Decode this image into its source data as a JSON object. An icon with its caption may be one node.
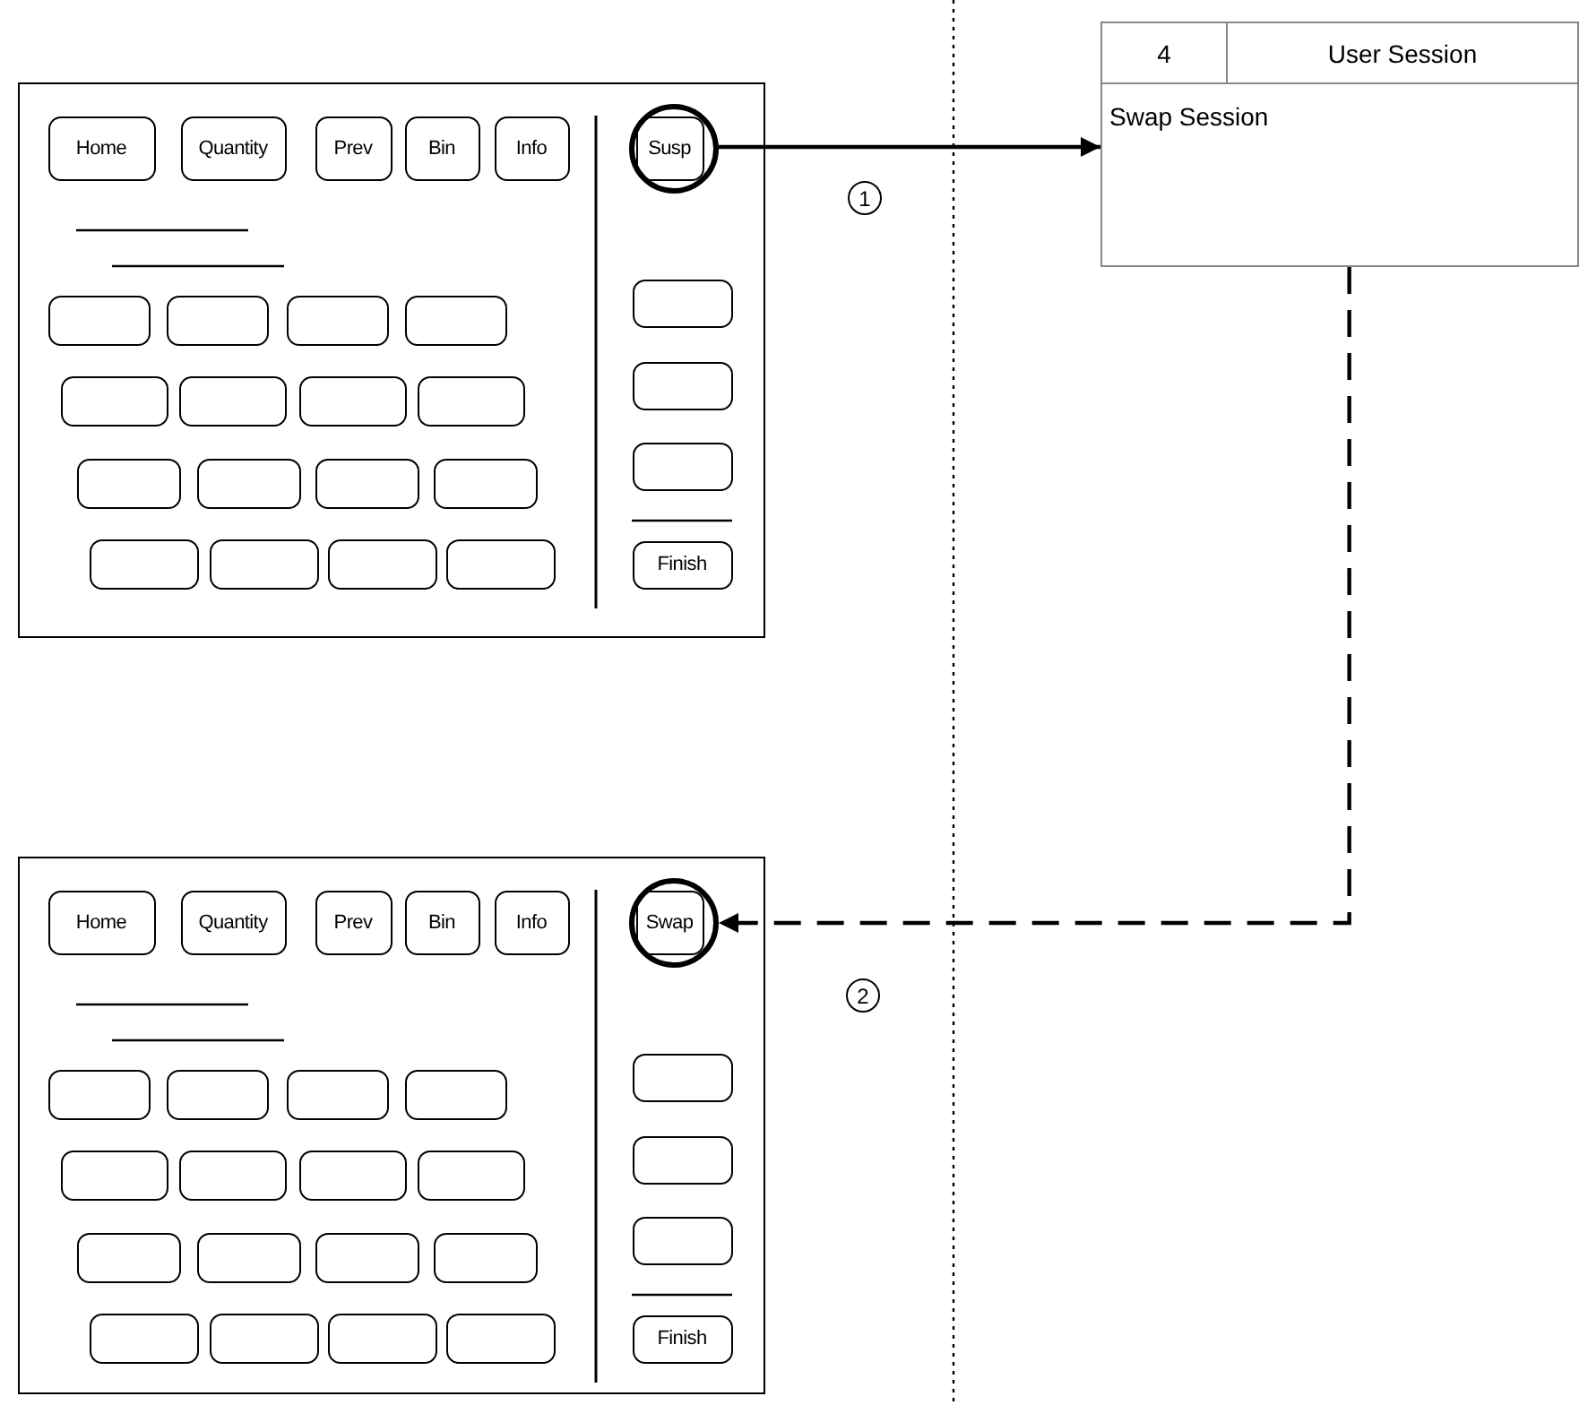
{
  "diagram": {
    "nodes": [
      {
        "text": [],
        "shape": "box"
      },
      {
        "text": [
          "Home"
        ],
        "in": 0
      },
      {
        "text": [
          "Quantity"
        ],
        "in": 0
      },
      {
        "text": [
          "Prev"
        ],
        "in": 0
      },
      {
        "text": [
          "Bin"
        ],
        "in": 0
      },
      {
        "text": [
          "Info"
        ],
        "in": 0
      },
      {
        "text": [],
        "shape": "circle",
        "in": 0
      },
      {
        "text": [
          "Susp"
        ],
        "in": 6
      },
      {
        "text": [],
        "shape": "box",
        "in": 0
      },
      {
        "text": [],
        "shape": "box",
        "in": 0
      },
      {
        "text": [],
        "shape": "box",
        "in": 0
      },
      {
        "text": [],
        "shape": "box",
        "in": 0
      },
      {
        "text": [],
        "shape": "box",
        "in": 0
      },
      {
        "text": [],
        "shape": "box",
        "in": 0
      },
      {
        "text": [],
        "shape": "box",
        "in": 0
      },
      {
        "text": [],
        "shape": "box",
        "in": 0
      },
      {
        "text": [],
        "shape": "box",
        "in": 0
      },
      {
        "text": [],
        "shape": "box",
        "in": 0
      },
      {
        "text": [],
        "shape": "box",
        "in": 0
      },
      {
        "text": [],
        "shape": "box",
        "in": 0
      },
      {
        "text": [],
        "shape": "box",
        "in": 0
      },
      {
        "text": [],
        "shape": "box",
        "in": 0
      },
      {
        "text": [],
        "shape": "box",
        "in": 0
      },
      {
        "text": [],
        "shape": "box",
        "in": 0
      },
      {
        "text": [],
        "shape": "box",
        "in": 0
      },
      {
        "text": [],
        "shape": "box",
        "in": 0
      },
      {
        "text": [],
        "shape": "box",
        "in": 0
      },
      {
        "text": [
          "Finish"
        ],
        "in": 0
      },
      {
        "text": [
          "4",
          "User Session",
          "Swap Session"
        ]
      },
      {
        "text": [],
        "shape": "box"
      },
      {
        "text": [
          "Home"
        ],
        "in": 29
      },
      {
        "text": [
          "Quantity"
        ],
        "in": 29
      },
      {
        "text": [
          "Prev"
        ],
        "in": 29
      },
      {
        "text": [
          "Bin"
        ],
        "in": 29
      },
      {
        "text": [
          "Info"
        ],
        "in": 29
      },
      {
        "text": [],
        "shape": "circle",
        "in": 29
      },
      {
        "text": [
          "Swap"
        ],
        "in": 35
      },
      {
        "text": [],
        "shape": "box",
        "in": 29
      },
      {
        "text": [],
        "shape": "box",
        "in": 29
      },
      {
        "text": [],
        "shape": "box",
        "in": 29
      },
      {
        "text": [],
        "shape": "box",
        "in": 29
      },
      {
        "text": [],
        "shape": "box",
        "in": 29
      },
      {
        "text": [],
        "shape": "box",
        "in": 29
      },
      {
        "text": [],
        "shape": "box",
        "in": 29
      },
      {
        "text": [],
        "shape": "box",
        "in": 29
      },
      {
        "text": [],
        "shape": "box",
        "in": 29
      },
      {
        "text": [],
        "shape": "box",
        "in": 29
      },
      {
        "text": [],
        "shape": "box",
        "in": 29
      },
      {
        "text": [],
        "shape": "box",
        "in": 29
      },
      {
        "text": [],
        "shape": "box",
        "in": 29
      },
      {
        "text": [],
        "shape": "box",
        "in": 29
      },
      {
        "text": [],
        "shape": "box",
        "in": 29
      },
      {
        "text": [],
        "shape": "box",
        "in": 29
      },
      {
        "text": [],
        "shape": "box",
        "in": 29
      },
      {
        "text": [],
        "shape": "box",
        "in": 29
      },
      {
        "text": [],
        "shape": "box",
        "in": 29
      },
      {
        "text": [
          "Finish"
        ],
        "in": 29
      }
    ],
    "edges": [
      {
        "from": 6,
        "to": 28,
        "arrow": "to"
      },
      {
        "from": 28,
        "to": 35,
        "arrow": "to",
        "style": "dashed"
      }
    ],
    "labels": [
      "1",
      "2"
    ]
  }
}
